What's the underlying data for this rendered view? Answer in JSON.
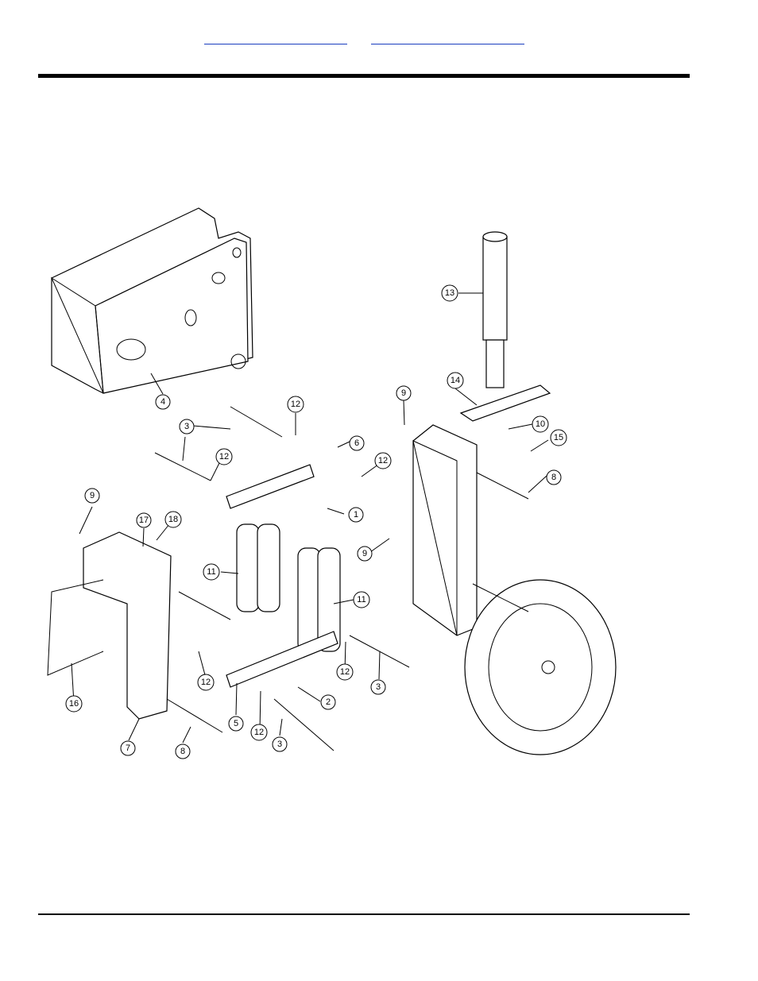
{
  "header": {
    "links": [
      {
        "label": ""
      },
      {
        "label": ""
      }
    ]
  },
  "diagram": {
    "callouts": [
      {
        "num": "1"
      },
      {
        "num": "2"
      },
      {
        "num": "3"
      },
      {
        "num": "3"
      },
      {
        "num": "3"
      },
      {
        "num": "4"
      },
      {
        "num": "5"
      },
      {
        "num": "6"
      },
      {
        "num": "7"
      },
      {
        "num": "8"
      },
      {
        "num": "8"
      },
      {
        "num": "9"
      },
      {
        "num": "9"
      },
      {
        "num": "9"
      },
      {
        "num": "10"
      },
      {
        "num": "11"
      },
      {
        "num": "11"
      },
      {
        "num": "12"
      },
      {
        "num": "12"
      },
      {
        "num": "12"
      },
      {
        "num": "12"
      },
      {
        "num": "12"
      },
      {
        "num": "12"
      },
      {
        "num": "13"
      },
      {
        "num": "14"
      },
      {
        "num": "15"
      },
      {
        "num": "16"
      },
      {
        "num": "17"
      },
      {
        "num": "18"
      }
    ]
  }
}
